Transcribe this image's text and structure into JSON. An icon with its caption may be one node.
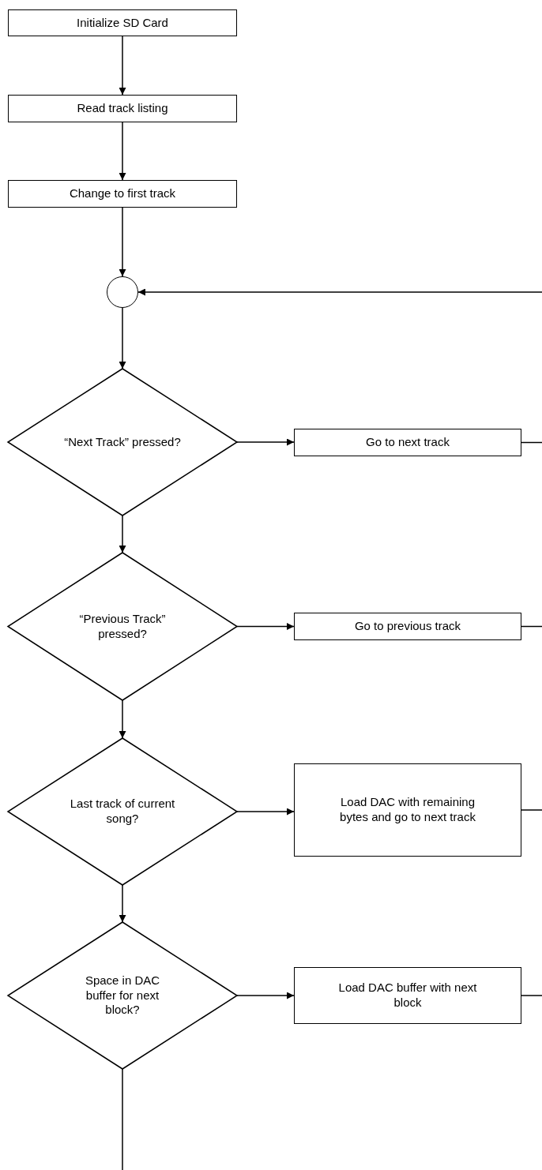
{
  "diagram": {
    "nodes": [
      {
        "text": [
          "Initialize SD Card"
        ]
      },
      {
        "text": [
          "Read track listing"
        ]
      },
      {
        "text": [
          "Change to first track"
        ]
      },
      {
        "text": [],
        "shape": "circle"
      },
      {
        "text": [
          "“Next Track” pressed?"
        ]
      },
      {
        "text": [
          "Go to next track"
        ]
      },
      {
        "text": [
          "“Previous Track” pressed?"
        ]
      },
      {
        "text": [
          "Go to previous track"
        ]
      },
      {
        "text": [
          "Last track of current song?"
        ]
      },
      {
        "text": [
          "Load DAC with remaining bytes and go to next track"
        ]
      },
      {
        "text": [
          "Space in DAC buffer for next block?"
        ]
      },
      {
        "text": [
          "Load DAC buffer with next block"
        ]
      }
    ],
    "edges": [
      {
        "from": 0,
        "to": 1,
        "arrow": "to"
      },
      {
        "from": 1,
        "to": 2,
        "arrow": "to"
      },
      {
        "from": 2,
        "to": 3,
        "arrow": "to"
      },
      {
        "from": null,
        "to": 3,
        "arrow": "to"
      },
      {
        "from": 3,
        "to": 4,
        "arrow": "to"
      },
      {
        "from": 4,
        "to": 5,
        "arrow": "to"
      },
      {
        "from": 5,
        "to": null,
        "arrow": "none"
      },
      {
        "from": 4,
        "to": 6,
        "arrow": "to"
      },
      {
        "from": 6,
        "to": 7,
        "arrow": "to"
      },
      {
        "from": 7,
        "to": null,
        "arrow": "none"
      },
      {
        "from": 6,
        "to": 8,
        "arrow": "to"
      },
      {
        "from": 8,
        "to": 9,
        "arrow": "to"
      },
      {
        "from": 9,
        "to": null,
        "arrow": "none"
      },
      {
        "from": 8,
        "to": 10,
        "arrow": "to"
      },
      {
        "from": 10,
        "to": 11,
        "arrow": "to"
      },
      {
        "from": 11,
        "to": null,
        "arrow": "none"
      },
      {
        "from": 10,
        "to": null,
        "arrow": "none"
      }
    ]
  }
}
